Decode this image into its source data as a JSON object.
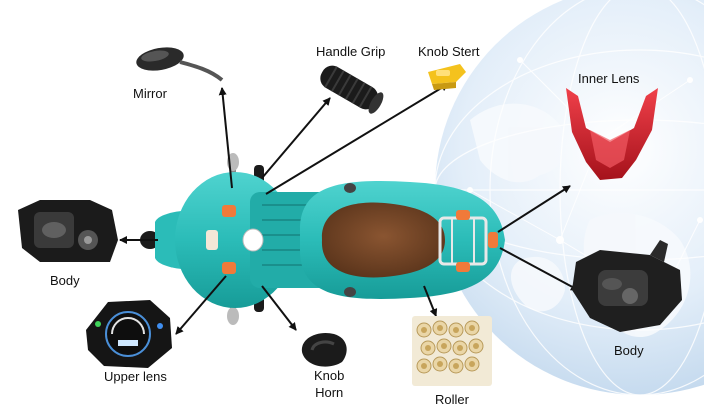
{
  "labels": {
    "mirror": "Mirror",
    "handle_grip": "Handle Grip",
    "knob_start": "Knob Stert",
    "inner_lens": "Inner Lens",
    "body_left": "Body",
    "body_right": "Body",
    "upper_lens": "Upper lens",
    "knob_horn_line1": "Knob",
    "knob_horn_line2": "Horn",
    "roller": "Roller"
  },
  "colors": {
    "scooter_body": "#2bbcb8",
    "scooter_dark": "#1d9f9b",
    "seat": "#6b3f22",
    "lamp_orange": "#f07a3a",
    "inner_lens_red": "#d0202a",
    "globe_light": "#dbe9f6",
    "globe_land": "#f2f7fc",
    "part_black": "#1b1b1b",
    "knob_yellow": "#f4c21d",
    "roller_tan": "#ead6a7"
  },
  "icons": [
    "mirror-icon",
    "handle-grip-icon",
    "knob-start-icon",
    "inner-lens-icon",
    "body-part-icon",
    "upper-lens-icon",
    "knob-horn-icon",
    "roller-icon",
    "globe-icon",
    "scooter-icon"
  ]
}
